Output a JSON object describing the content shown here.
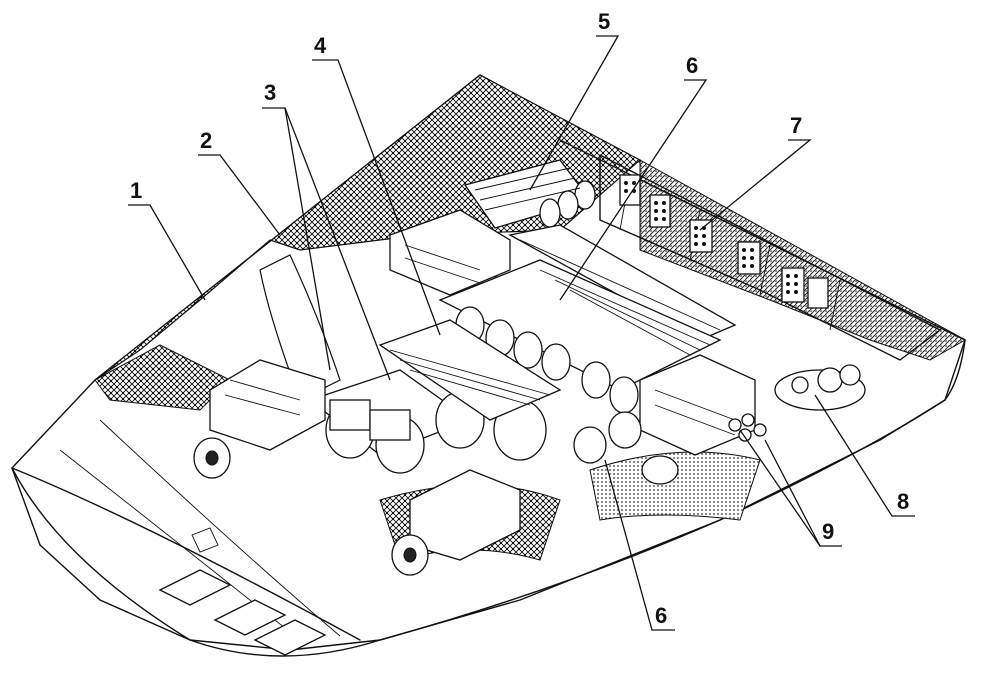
{
  "callouts": [
    {
      "id": "c1",
      "text": "1"
    },
    {
      "id": "c2",
      "text": "2"
    },
    {
      "id": "c3",
      "text": "3"
    },
    {
      "id": "c4",
      "text": "4"
    },
    {
      "id": "c5",
      "text": "5"
    },
    {
      "id": "c6a",
      "text": "6"
    },
    {
      "id": "c7",
      "text": "7"
    },
    {
      "id": "c6b",
      "text": "6"
    },
    {
      "id": "c8",
      "text": "8"
    },
    {
      "id": "c9",
      "text": "9"
    }
  ]
}
